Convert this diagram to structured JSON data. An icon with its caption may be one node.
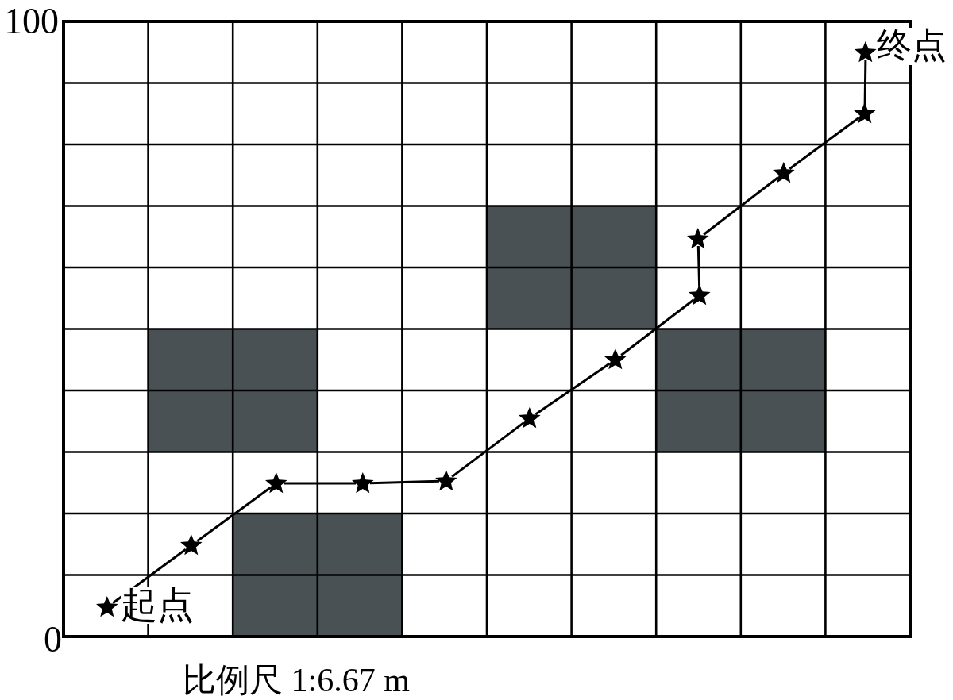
{
  "diagram": {
    "nodes": [
      {
        "text": [],
        "shape": "star",
        "beside": [
          "起点"
        ]
      },
      {
        "text": [],
        "shape": "star"
      },
      {
        "text": [],
        "shape": "star"
      },
      {
        "text": [],
        "shape": "star"
      },
      {
        "text": [],
        "shape": "star"
      },
      {
        "text": [],
        "shape": "star"
      },
      {
        "text": [],
        "shape": "star"
      },
      {
        "text": [],
        "shape": "star"
      },
      {
        "text": [],
        "shape": "star"
      },
      {
        "text": [],
        "shape": "star"
      },
      {
        "text": [],
        "shape": "star"
      },
      {
        "text": [],
        "shape": "star",
        "beside": [
          "终点"
        ]
      }
    ],
    "edges": [
      {
        "from": 0,
        "to": 1,
        "arrow": "none"
      },
      {
        "from": 1,
        "to": 2,
        "arrow": "none"
      },
      {
        "from": 2,
        "to": 3,
        "arrow": "none"
      },
      {
        "from": 3,
        "to": 4,
        "arrow": "none"
      },
      {
        "from": 4,
        "to": 5,
        "arrow": "none"
      },
      {
        "from": 5,
        "to": 6,
        "arrow": "none"
      },
      {
        "from": 6,
        "to": 7,
        "arrow": "none"
      },
      {
        "from": 7,
        "to": 8,
        "arrow": "none"
      },
      {
        "from": 8,
        "to": 9,
        "arrow": "none"
      },
      {
        "from": 9,
        "to": 10,
        "arrow": "none"
      },
      {
        "from": 10,
        "to": 11,
        "arrow": "none"
      }
    ],
    "labels": [
      "100",
      "0",
      "比例尺 1:6.67 m"
    ]
  }
}
